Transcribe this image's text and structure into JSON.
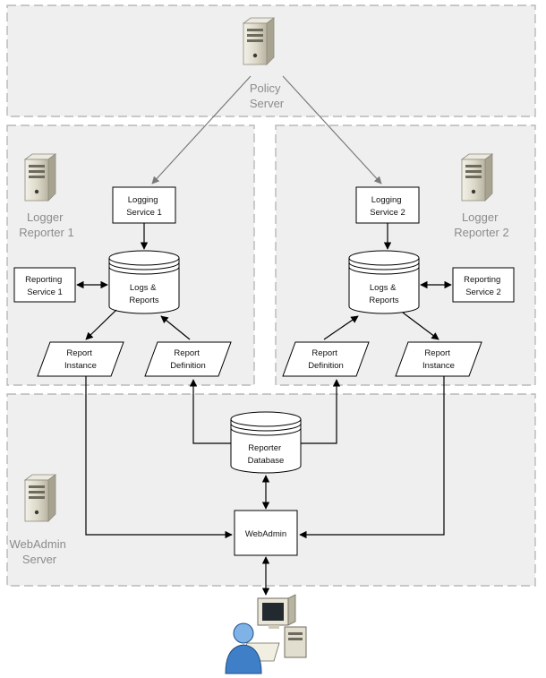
{
  "zones": {
    "policy_server": [
      "Policy",
      "Server"
    ],
    "logger_reporter_1": [
      "Logger",
      "Reporter 1"
    ],
    "logger_reporter_2": [
      "Logger",
      "Reporter 2"
    ],
    "webadmin_server": [
      "WebAdmin",
      "Server"
    ]
  },
  "nodes": {
    "logging_service_1": [
      "Logging",
      "Service 1"
    ],
    "logging_service_2": [
      "Logging",
      "Service 2"
    ],
    "logs_reports_1": [
      "Logs &",
      "Reports"
    ],
    "logs_reports_2": [
      "Logs &",
      "Reports"
    ],
    "reporting_service_1": [
      "Reporting",
      "Service 1"
    ],
    "reporting_service_2": [
      "Reporting",
      "Service 2"
    ],
    "report_instance_1": [
      "Report",
      "Instance"
    ],
    "report_definition_1": [
      "Report",
      "Definition"
    ],
    "report_definition_2": [
      "Report",
      "Definition"
    ],
    "report_instance_2": [
      "Report",
      "Instance"
    ],
    "reporter_database": [
      "Reporter",
      "Database"
    ],
    "webadmin": "WebAdmin"
  },
  "icons": [
    "server-icon",
    "server-icon",
    "server-icon",
    "server-icon",
    "user-computer-icon"
  ],
  "colors": {
    "zone_fill": "#efefef",
    "zone_border": "#b8b8b8",
    "zone_text": "#8c8c8c",
    "policy_arrows": "#7a7a7a"
  }
}
